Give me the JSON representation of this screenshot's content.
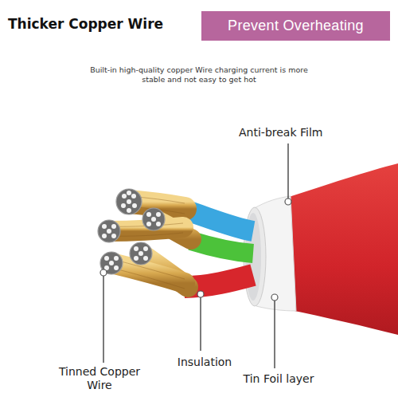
{
  "diagram": {
    "title": "Thicker Copper Wire",
    "nodes": [
      {
        "text": [
          "Prevent Overheating"
        ]
      }
    ],
    "labels": [
      "Built-in high-quality copper Wire charging current is more stable and not easy to get hot",
      "Anti-break Film",
      "Tinned Copper Wire",
      "Insulation",
      "Tin Foil layer"
    ]
  }
}
